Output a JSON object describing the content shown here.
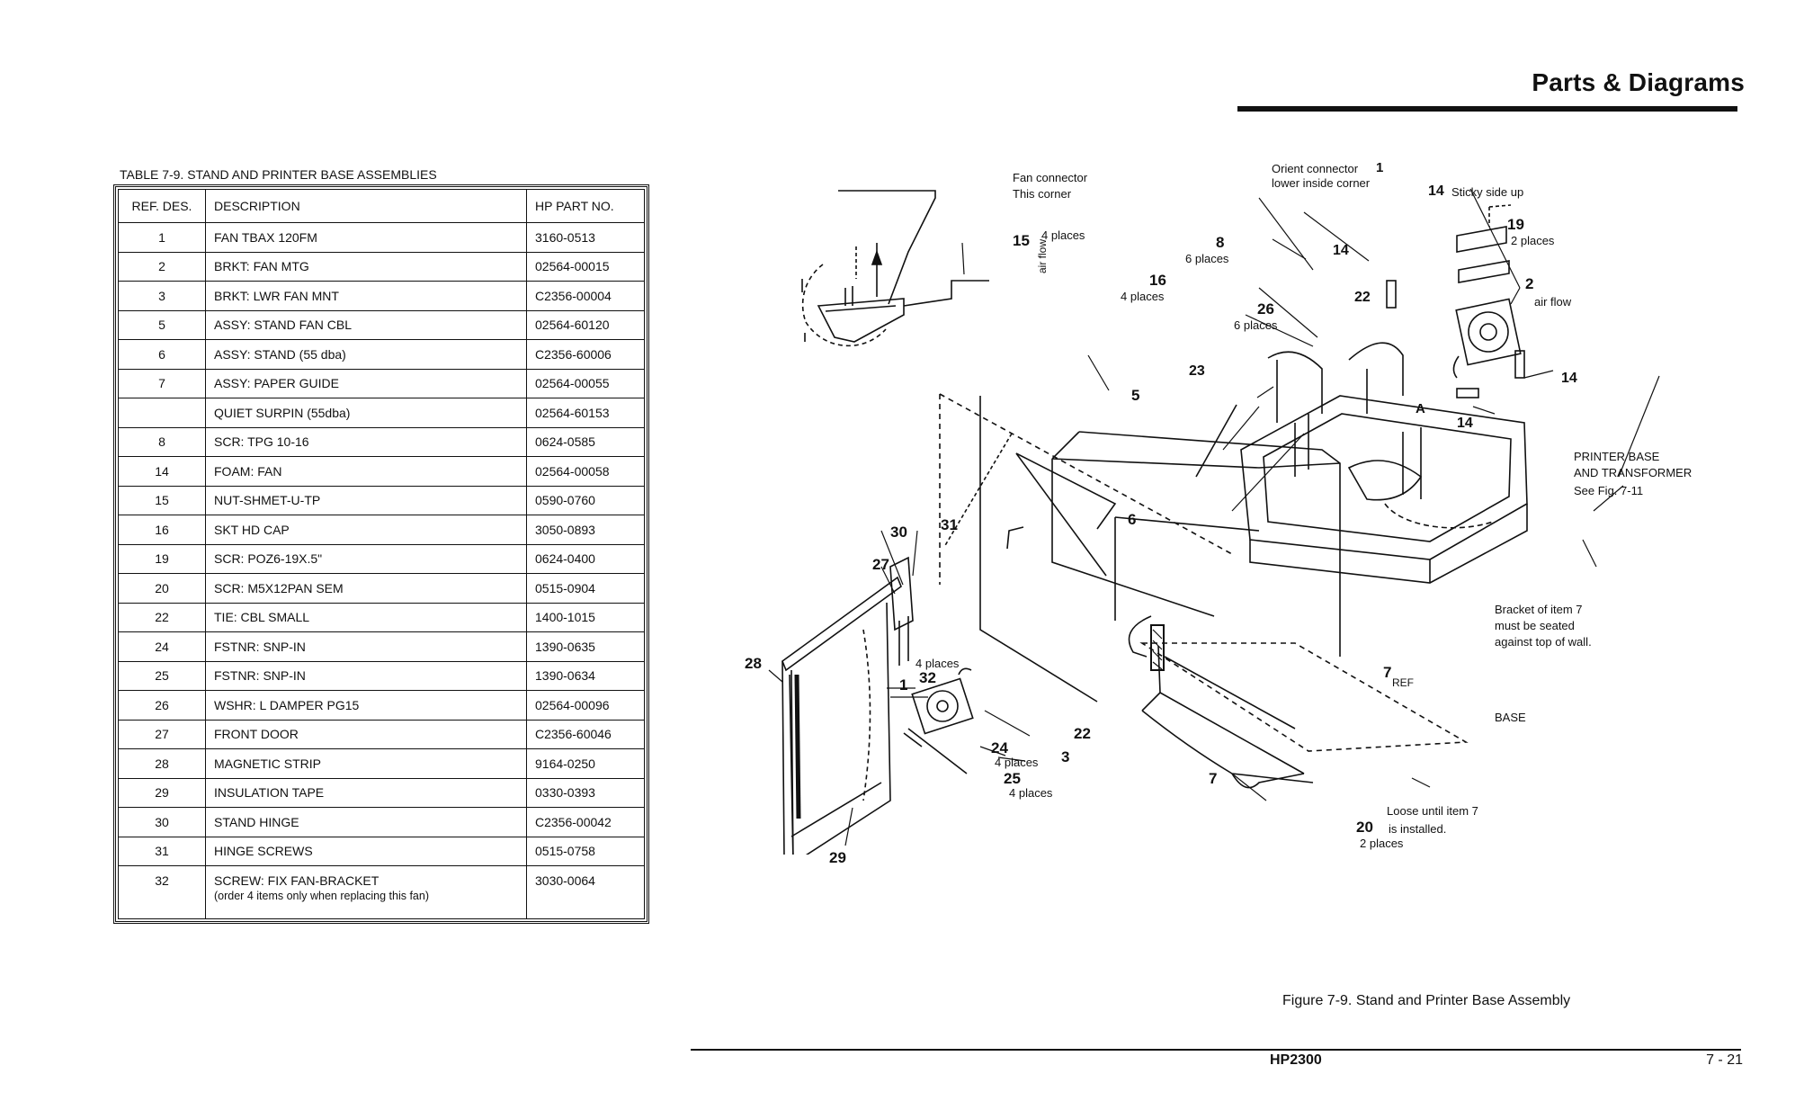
{
  "header": {
    "section_title": "Parts & Diagrams"
  },
  "table": {
    "caption": "TABLE 7-9.  STAND AND PRINTER BASE ASSEMBLIES",
    "columns": [
      "REF. DES.",
      "DESCRIPTION",
      "HP PART NO."
    ],
    "rows": [
      {
        "ref": "1",
        "desc": "FAN TBAX 120FM",
        "part": "3160-0513"
      },
      {
        "ref": "2",
        "desc": "BRKT: FAN MTG",
        "part": "02564-00015"
      },
      {
        "ref": "3",
        "desc": "BRKT: LWR FAN MNT",
        "part": "C2356-00004"
      },
      {
        "ref": "5",
        "desc": "ASSY: STAND FAN CBL",
        "part": "02564-60120"
      },
      {
        "ref": "6",
        "desc": "ASSY: STAND (55 dba)",
        "part": "C2356-60006"
      },
      {
        "ref": "7",
        "desc": "ASSY: PAPER GUIDE",
        "part": "02564-00055"
      },
      {
        "ref": "",
        "desc": "QUIET SURPIN (55dba)",
        "part": "02564-60153"
      },
      {
        "ref": "8",
        "desc": "SCR: TPG 10-16",
        "part": "0624-0585"
      },
      {
        "ref": "14",
        "desc": "FOAM: FAN",
        "part": "02564-00058"
      },
      {
        "ref": "15",
        "desc": "NUT-SHMET-U-TP",
        "part": "0590-0760"
      },
      {
        "ref": "16",
        "desc": "SKT HD CAP",
        "part": "3050-0893"
      },
      {
        "ref": "19",
        "desc": "SCR: POZ6-19X.5\"",
        "part": "0624-0400"
      },
      {
        "ref": "20",
        "desc": "SCR: M5X12PAN SEM",
        "part": "0515-0904"
      },
      {
        "ref": "22",
        "desc": "TIE: CBL SMALL",
        "part": "1400-1015"
      },
      {
        "ref": "24",
        "desc": "FSTNR: SNP-IN",
        "part": "1390-0635"
      },
      {
        "ref": "25",
        "desc": "FSTNR: SNP-IN",
        "part": "1390-0634"
      },
      {
        "ref": "26",
        "desc": "WSHR: L DAMPER PG15",
        "part": "02564-00096"
      },
      {
        "ref": "27",
        "desc": "FRONT DOOR",
        "part": "C2356-60046"
      },
      {
        "ref": "28",
        "desc": "MAGNETIC STRIP",
        "part": "9164-0250"
      },
      {
        "ref": "29",
        "desc": "INSULATION TAPE",
        "part": "0330-0393"
      },
      {
        "ref": "30",
        "desc": "STAND HINGE",
        "part": "C2356-00042"
      },
      {
        "ref": "31",
        "desc": "HINGE SCREWS",
        "part": "0515-0758"
      },
      {
        "ref": "32",
        "desc": "SCREW: FIX FAN-BRACKET",
        "desc_note": "(order 4 items only when replacing this fan)",
        "part": "3030-0064"
      }
    ]
  },
  "diagram": {
    "callouts": {
      "fan_connector": "Fan connector",
      "this_corner": "This corner",
      "n15": "15",
      "four_places": "4 places",
      "air_flow": "air flow",
      "n16": "16",
      "orient_connector": "Orient connector",
      "n1_top": "1",
      "lower_inside_corner": "lower inside corner",
      "n14_sticky": "14",
      "sticky_side_up": "Sticky side up",
      "n19": "19",
      "two_places": "2 places",
      "n8": "8",
      "six_places": "6 places",
      "n14_a": "14",
      "n2": "2",
      "n22_top": "22",
      "n26": "26",
      "n14_b": "14",
      "n23": "23",
      "n5": "5",
      "letter_a": "A",
      "n14_c": "14",
      "printer_base": "PRINTER BASE",
      "and_transformer": "AND TRANSFORMER",
      "see_fig": "See Fig. 7-11",
      "n6": "6",
      "n30": "30",
      "n31": "31",
      "n27": "27",
      "n28": "28",
      "n1_fan": "1",
      "n32": "32",
      "n22_bottom": "22",
      "n24": "24",
      "n3": "3",
      "n25": "25",
      "n7": "7",
      "n29": "29",
      "bracket_note_1": "Bracket of item 7",
      "bracket_note_2": "must be seated",
      "bracket_note_3": "against top of wall.",
      "n7_ref": "7",
      "ref_word": "REF",
      "base_word": "BASE",
      "loose_1": "Loose until item 7",
      "n20": "20",
      "loose_2": "is installed."
    },
    "figure_caption": "Figure 7-9. Stand and Printer Base Assembly"
  },
  "footer": {
    "model": "HP2300",
    "page": "7 - 21"
  }
}
